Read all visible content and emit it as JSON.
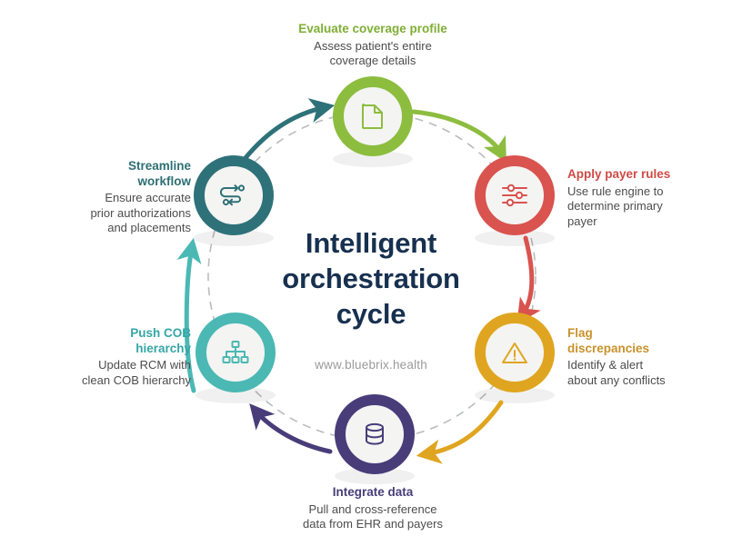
{
  "diagram": {
    "type": "cycle",
    "center": {
      "title": "Intelligent orchestration cycle",
      "title_line1": "Intelligent",
      "title_line2": "orchestration",
      "title_line3": "cycle",
      "url": "www.bluebrix.health",
      "title_color": "#17304f",
      "url_color": "#9a9a9a"
    },
    "background": "#ffffff",
    "dashed_ring_color": "#b9bcbd",
    "steps": [
      {
        "id": "evaluate",
        "title": "Evaluate coverage profile",
        "desc_line1": "Assess patient's entire",
        "desc_line2": "coverage details",
        "desc": "Assess patient's entire coverage details",
        "color": "#8cbd3f",
        "icon": "document-icon",
        "position": "top"
      },
      {
        "id": "payer-rules",
        "title": "Apply payer rules",
        "desc_line1": "Use rule engine to",
        "desc_line2": "determine primary",
        "desc_line3": "payer",
        "desc": "Use rule engine to determine primary payer",
        "color": "#d9534f",
        "icon": "sliders-icon",
        "position": "top-right"
      },
      {
        "id": "flag-discrepancies",
        "title_line1": "Flag",
        "title_line2": "discrepancies",
        "title": "Flag discrepancies",
        "desc_line1": "Identify & alert",
        "desc_line2": "about any conflicts",
        "desc": "Identify & alert about any conflicts",
        "color": "#e0a520",
        "icon": "warning-triangle-icon",
        "position": "bottom-right"
      },
      {
        "id": "integrate-data",
        "title": "Integrate data",
        "desc_line1": "Pull and cross-reference",
        "desc_line2": "data from EHR and payers",
        "desc": "Pull and cross-reference data from EHR and payers",
        "color": "#483d79",
        "icon": "database-icon",
        "position": "bottom"
      },
      {
        "id": "push-cob",
        "title_line1": "Push COB",
        "title_line2": "hierarchy",
        "title": "Push COB hierarchy",
        "desc_line1": "Update RCM with",
        "desc_line2": "clean COB hierarchy",
        "desc": "Update RCM with clean COB hierarchy",
        "color": "#4bb8b4",
        "icon": "hierarchy-icon",
        "position": "bottom-left"
      },
      {
        "id": "streamline",
        "title_line1": "Streamline",
        "title_line2": "workflow",
        "title": "Streamline workflow",
        "desc_line1": "Ensure accurate",
        "desc_line2": "prior authorizations",
        "desc_line3": "and placements",
        "desc": "Ensure accurate prior authorizations and placements",
        "color": "#2e7179",
        "icon": "workflow-route-icon",
        "position": "top-left"
      }
    ]
  }
}
